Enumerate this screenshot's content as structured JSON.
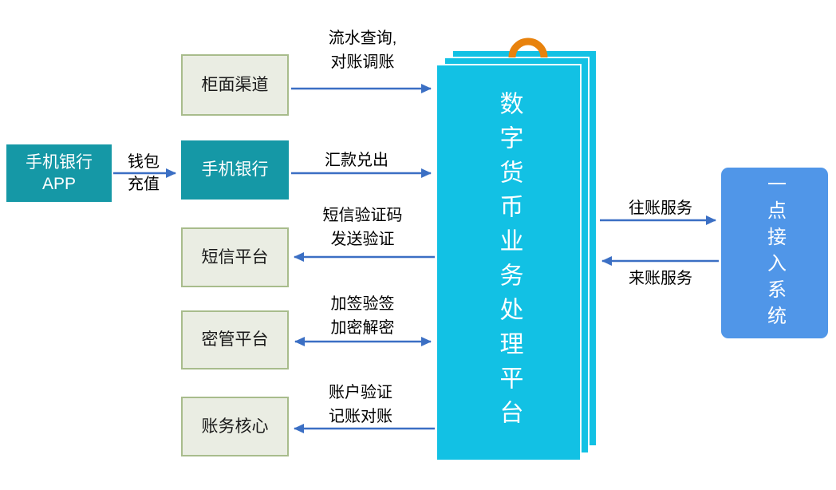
{
  "app_box": {
    "label": "手机银行\nAPP"
  },
  "left_nodes": {
    "counter": "柜面渠道",
    "mobile_bank": "手机银行",
    "sms": "短信平台",
    "key_mgmt": "密管平台",
    "accounting": "账务核心"
  },
  "platform": {
    "title": "数字货币业务处理平台"
  },
  "access_system": {
    "title": "一点接入系统"
  },
  "arrow_labels": {
    "wallet_topup": "钱包\n充值",
    "counter_to_platform": "流水查询,\n对账调账",
    "mobile_to_platform": "汇款兑出",
    "platform_to_sms": "短信验证码\n发送验证",
    "key_mgmt_platform": "加签验签\n加密解密",
    "platform_to_accounting": "账户验证\n记账对账",
    "outgoing_service": "往账服务",
    "incoming_service": "来账服务"
  },
  "colors": {
    "teal": "#1598A6",
    "node_fill": "#EAEDE3",
    "node_border": "#A8BC8C",
    "platform_cyan": "#12C1E4",
    "access_blue": "#5096E8",
    "arrow_blue": "#3B6FC4",
    "clip_orange": "#E8820D"
  }
}
